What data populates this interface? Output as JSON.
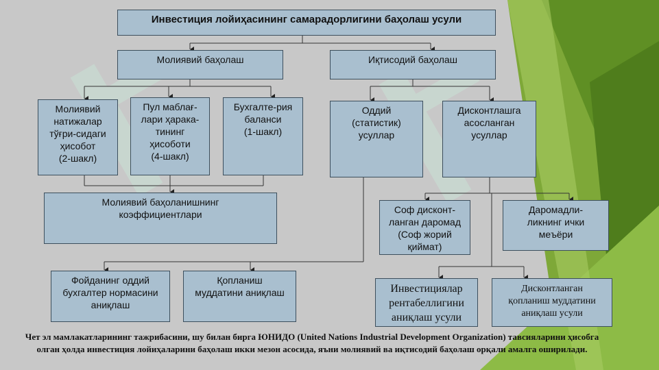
{
  "diagram": {
    "title": "Инвестиция лойиҳасининг самарадорлигини баҳолаш усули",
    "financial": "Молиявий баҳолаш",
    "economic": "Иқтисодий баҳолаш",
    "fin_results": "Молиявий\nнатижалар\nтўғри-сидаги\nҳисобот\n(2-шакл)",
    "cash_flow": "Пул маблағ-\nлари ҳарака-\nтининг\nҳисоботи\n(4-шакл)",
    "balance": "Бухгалте-рия\nбаланси\n(1-шакл)",
    "simple_methods": "Оддий\n(статистик)\nусуллар",
    "discount_methods": "Дисконтлашга\nасосланган\nусуллар",
    "fin_coefficients": "Молиявий баҳоланишнинг\nкоэффициентлари",
    "npv": "Соф дисконт-\nланган даромад\n(Соф жорий\nқиймат)",
    "irr": "Даромадли-\nликнинг ички\nмеъёри",
    "simple_profit": "Фойданинг оддий\nбухгалтер нормасини\nаниқлаш",
    "payback": "Қопланиш\nмуддатини аниқлаш",
    "pi": "Инвестициялар\nрентабеллигини\nаниқлаш усули",
    "disc_payback": "Дисконтланган\nқопланиш муддатини\nаниқлаш усули"
  },
  "caption": "Чет эл мамлакатларининг тажрибасини, шу билан бирга ЮНИДО (United Nations Industrial Development Organization) тавсияларини ҳисобга олган ҳолда инвестиция лойиҳаларини баҳолаш икки мезон асосида, яъни молиявий ва иқтисодий баҳолаш орқали амалга оширилади."
}
